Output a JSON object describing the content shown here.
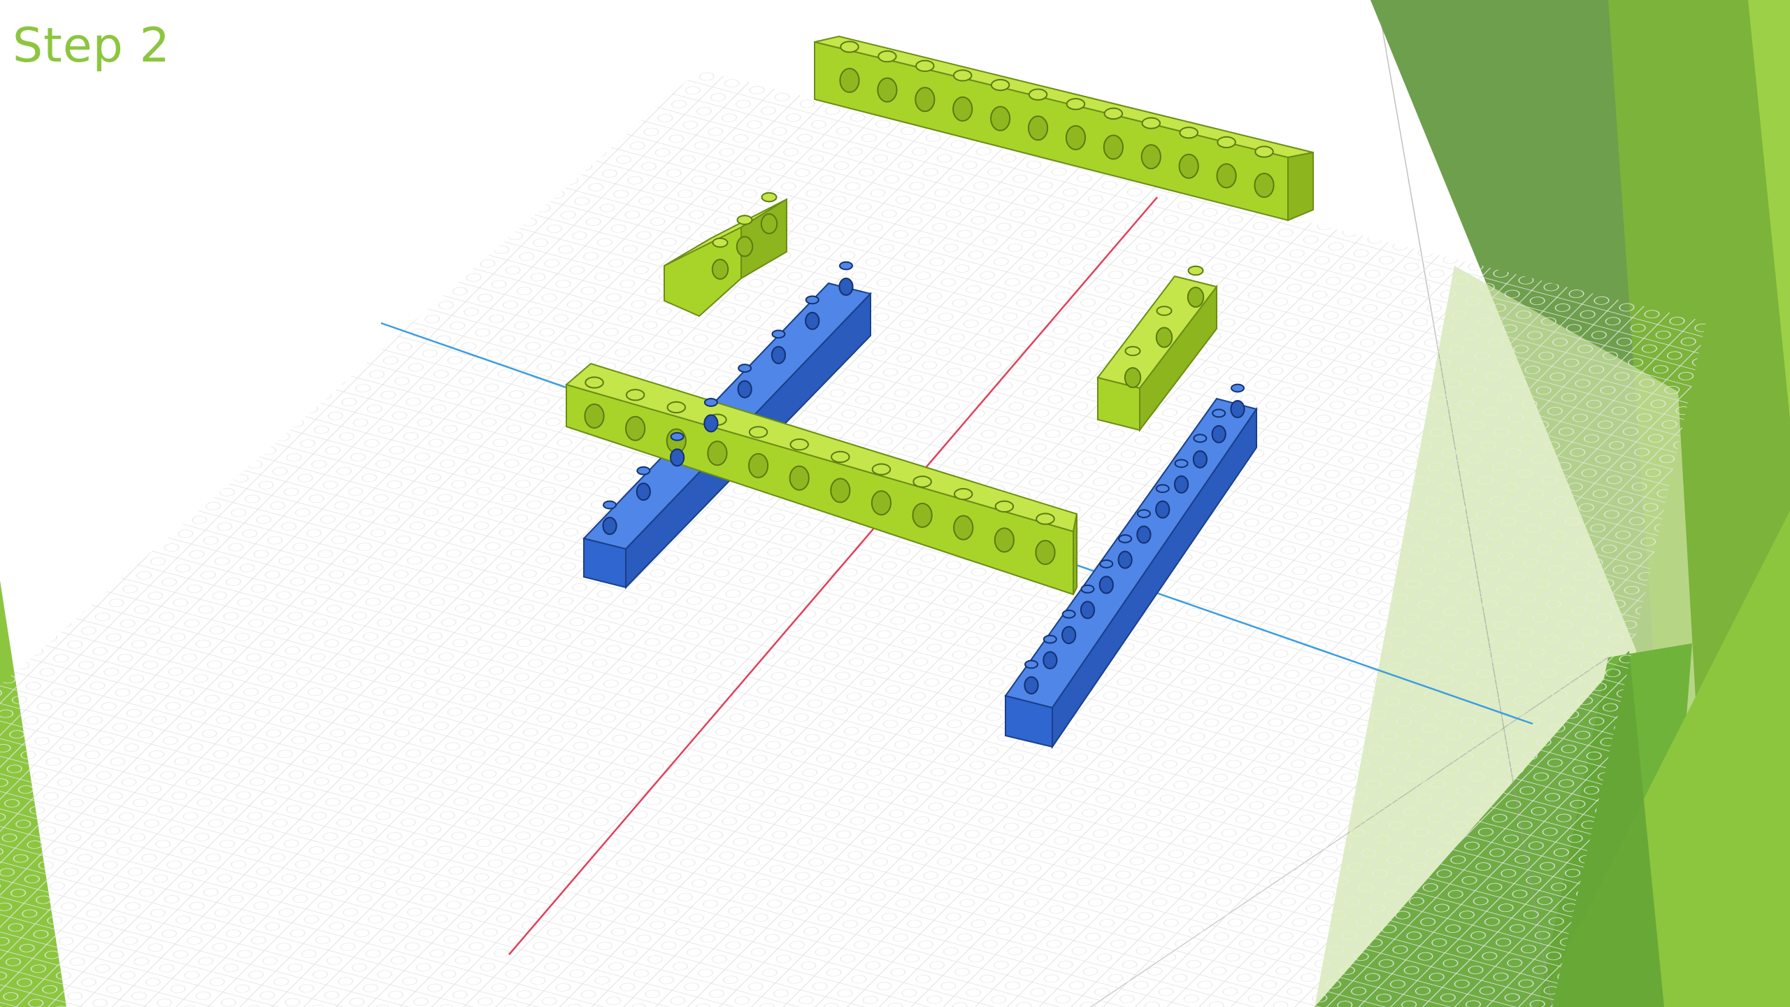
{
  "slide": {
    "title": "Step 2"
  },
  "colors": {
    "accent_green": "#8cc63f",
    "dark_green": "#4e8a24",
    "lime_brick": "#a8d42a",
    "blue_brick": "#2f66d0",
    "axis_red": "#e0405a",
    "axis_blue": "#3b9ee0",
    "grid_line": "#dddddd"
  },
  "scene": {
    "description_icons": [
      "baseplate-grid",
      "x-axis-red",
      "y-axis-blue"
    ],
    "bricks": [
      {
        "name": "lime-beam-12-back",
        "color": "lime",
        "holes": 12
      },
      {
        "name": "lime-beam-3-left",
        "color": "lime",
        "holes": 3
      },
      {
        "name": "lime-beam-3-right",
        "color": "lime",
        "holes": 3
      },
      {
        "name": "blue-beam-8-left",
        "color": "blue",
        "holes": 8
      },
      {
        "name": "blue-beam-12-right",
        "color": "blue",
        "holes": 12
      },
      {
        "name": "lime-beam-12-front",
        "color": "lime",
        "holes": 12
      }
    ]
  }
}
